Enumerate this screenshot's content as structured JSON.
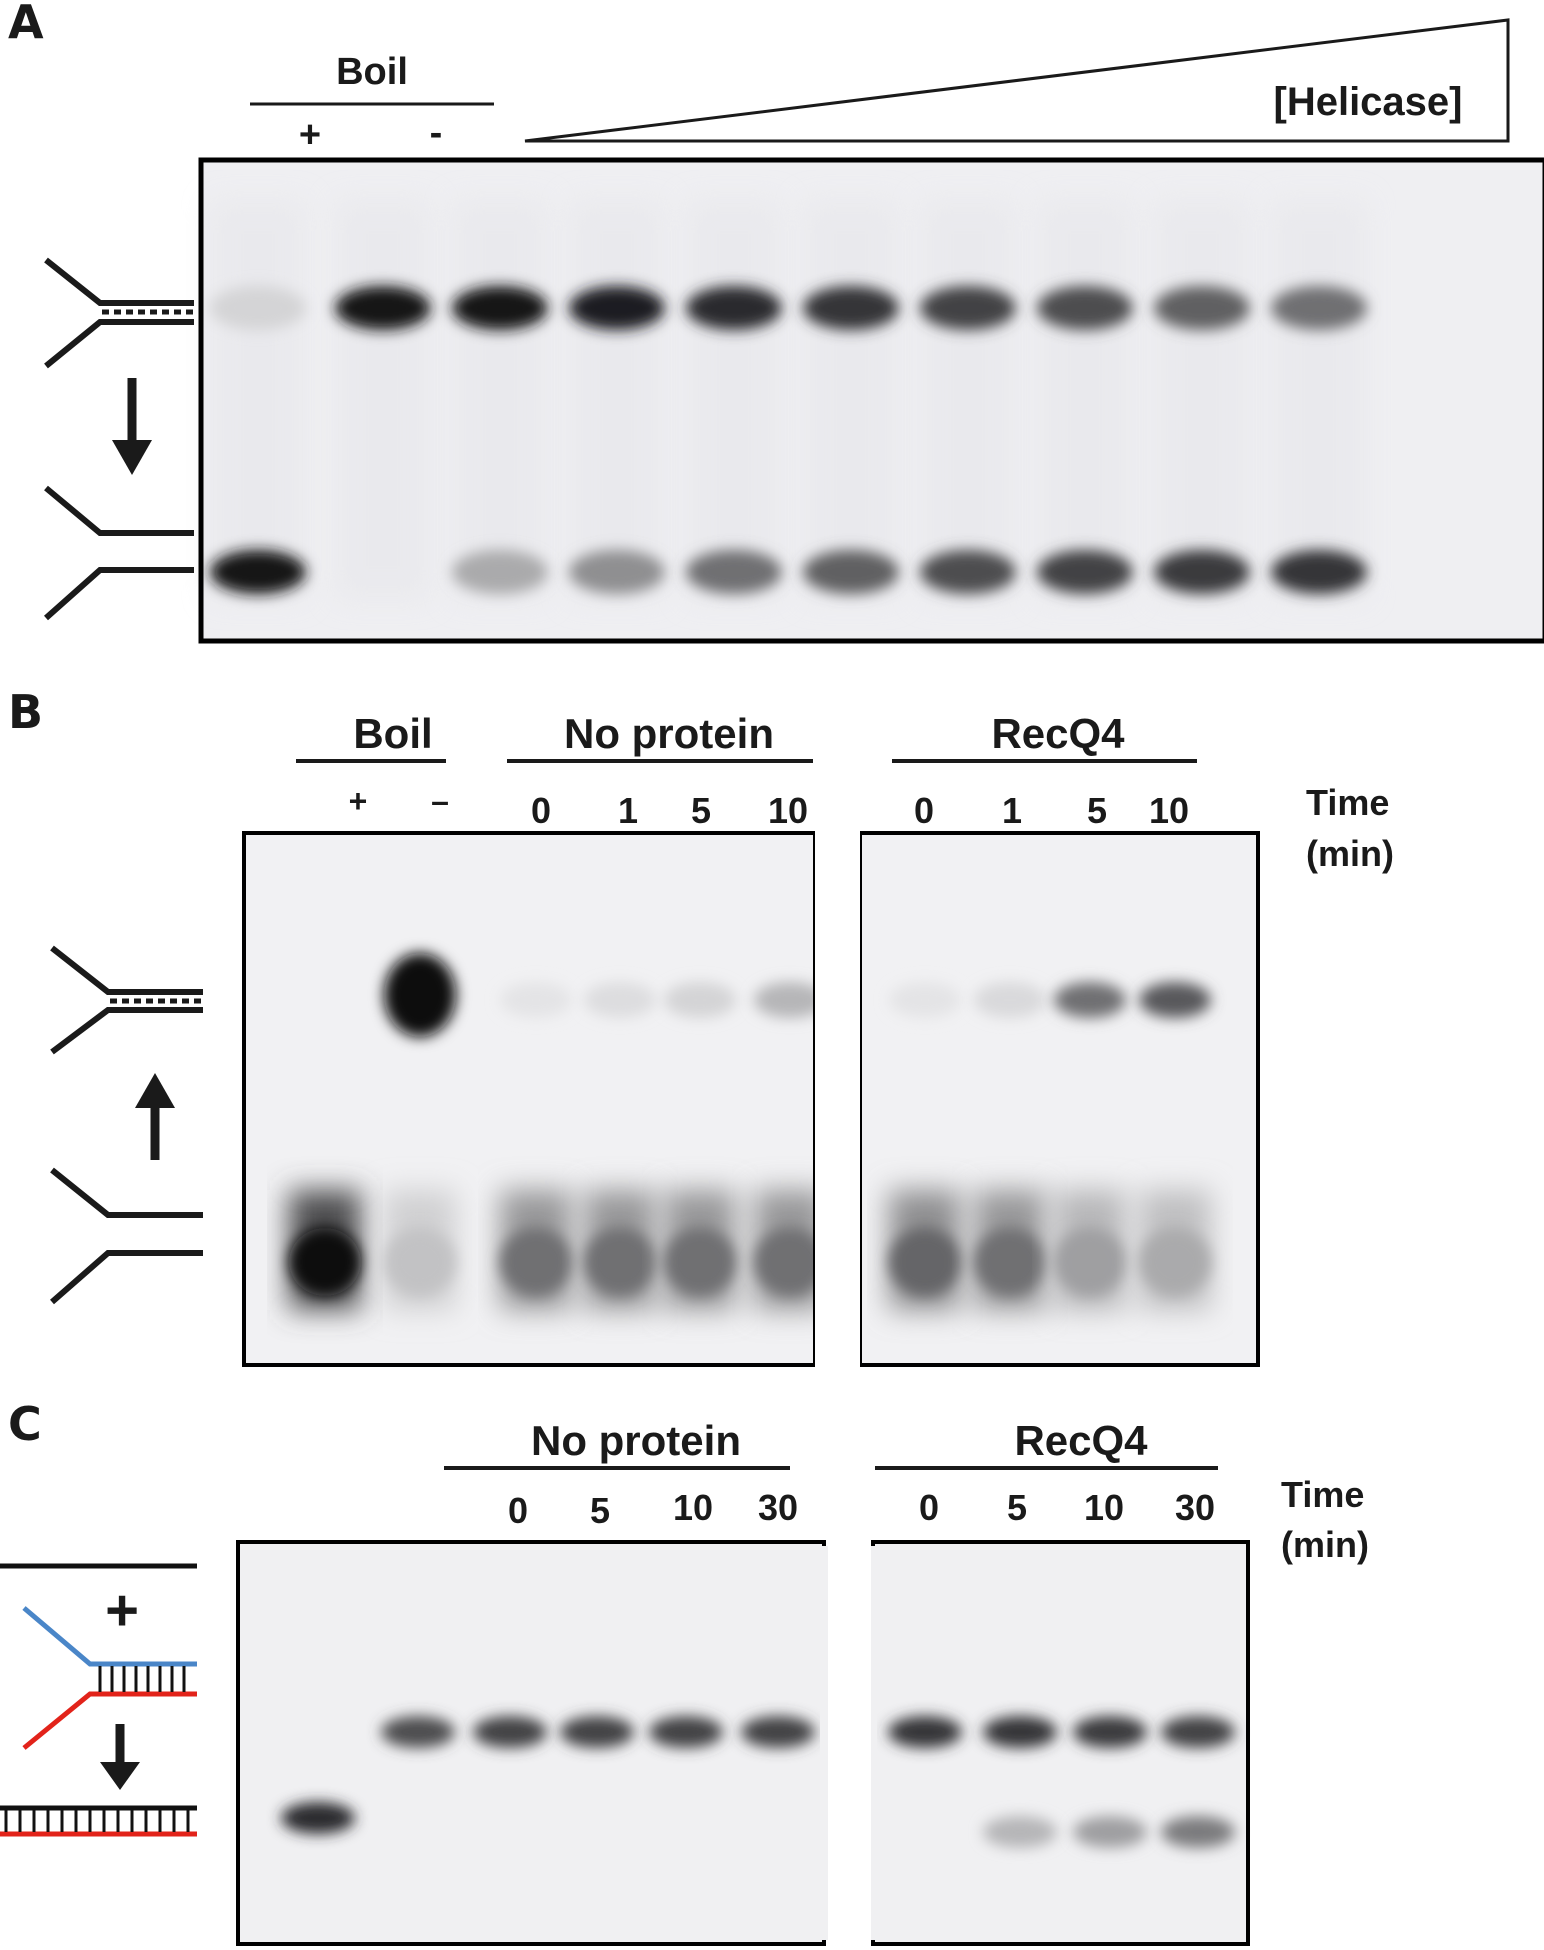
{
  "figure": {
    "panels": [
      {
        "id": "A",
        "label": "A",
        "header": {
          "boil": "Boil",
          "plus": "+",
          "minus": "-"
        },
        "gradient_label": "[Helicase]",
        "substrate": "forked duplex",
        "product": "single strands",
        "arrow_direction": "down",
        "lanes": 10,
        "upper_band_intensity": [
          0.12,
          0.95,
          0.95,
          0.9,
          0.85,
          0.8,
          0.75,
          0.7,
          0.62,
          0.55
        ],
        "lower_band_intensity": [
          0.95,
          0.0,
          0.3,
          0.42,
          0.55,
          0.62,
          0.7,
          0.75,
          0.78,
          0.8
        ]
      },
      {
        "id": "B",
        "label": "B",
        "header": {
          "boil": "Boil",
          "plus": "+",
          "minus": "–",
          "group1": "No protein",
          "group2": "RecQ4",
          "times1": [
            "0",
            "1",
            "5",
            "10"
          ],
          "times2": [
            "0",
            "1",
            "5",
            "10"
          ],
          "time_label_1": "Time",
          "time_label_2": "(min)"
        },
        "substrate": "single strands",
        "product": "forked duplex",
        "arrow_direction": "up",
        "upper_band_intensity": [
          0.0,
          1.0,
          0.05,
          0.08,
          0.12,
          0.25,
          0.05,
          0.1,
          0.55,
          0.65
        ],
        "lower_band_intensity": [
          1.0,
          0.2,
          0.55,
          0.55,
          0.55,
          0.55,
          0.6,
          0.55,
          0.35,
          0.3
        ]
      },
      {
        "id": "C",
        "label": "C",
        "header": {
          "group1": "No protein",
          "group2": "RecQ4",
          "times1": [
            "0",
            "5",
            "10",
            "30"
          ],
          "times2": [
            "0",
            "5",
            "10",
            "30"
          ],
          "time_label_1": "Time",
          "time_label_2": "(min)"
        },
        "plus_sign": "+",
        "arrow_direction": "down",
        "colors": {
          "strand_blue": "#4a86c8",
          "strand_red": "#e2231a",
          "strand_black": "#111111"
        },
        "upper_band_intensity": [
          0.0,
          0.7,
          0.75,
          0.75,
          0.75,
          0.75,
          0.8,
          0.8,
          0.78,
          0.75
        ],
        "lower_band_intensity": [
          0.85,
          0.0,
          0.0,
          0.0,
          0.0,
          0.0,
          0.0,
          0.25,
          0.35,
          0.5
        ]
      }
    ]
  }
}
